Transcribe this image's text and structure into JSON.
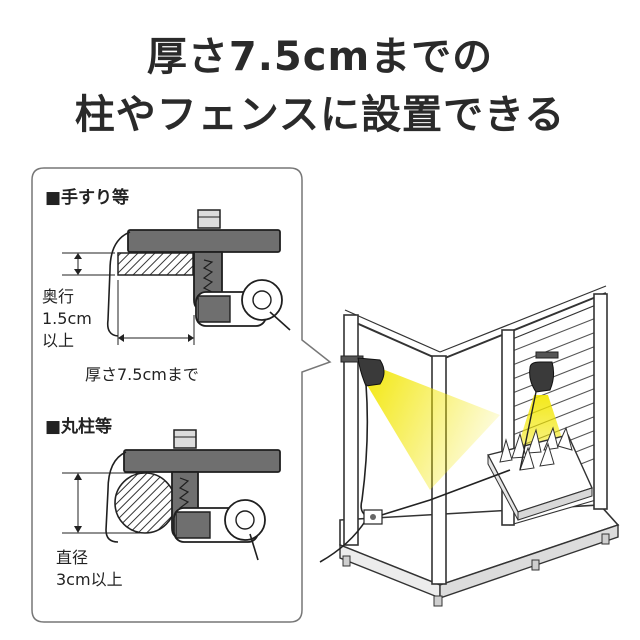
{
  "headline": {
    "line1": "厚さ7.5cmまでの",
    "line2": "柱やフェンスに設置できる"
  },
  "callout": {
    "handrail": {
      "title": "■手すり等",
      "depth_label": [
        "奥行",
        "1.5cm",
        "以上"
      ],
      "thickness_label": "厚さ7.5cmまで"
    },
    "round_pillar": {
      "title": "■丸柱等",
      "diameter_label": [
        "直径",
        "3cm以上"
      ]
    }
  },
  "colors": {
    "clamp_gray": "#6f6f6f",
    "clamp_outline": "#1f1f1f",
    "light_beam": "#f2e600",
    "light_body": "#3a3a3a",
    "panel_border": "#777777"
  }
}
